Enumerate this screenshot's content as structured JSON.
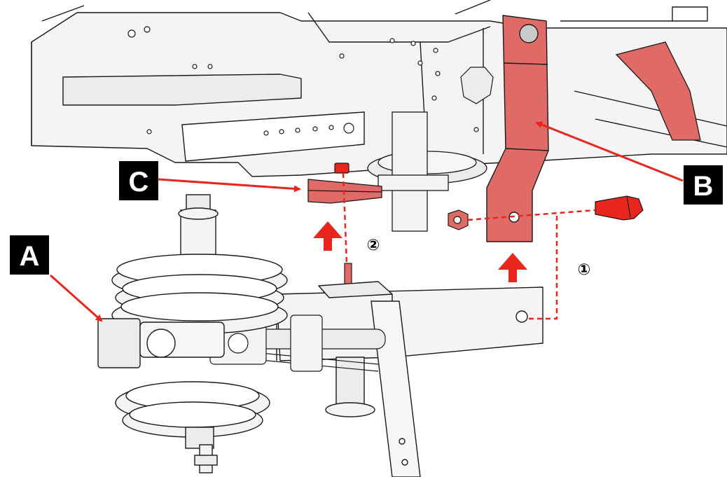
{
  "diagram": {
    "callouts": [
      {
        "id": "A",
        "label": "A"
      },
      {
        "id": "B",
        "label": "B"
      },
      {
        "id": "C",
        "label": "C"
      }
    ],
    "steps": [
      {
        "id": "1",
        "label": "①"
      },
      {
        "id": "2",
        "label": "②"
      }
    ],
    "colors": {
      "highlight": "#e06a66",
      "arrow": "#e8261d",
      "line": "#1a1a1a",
      "fill": "#f4f4f4",
      "callout_bg": "#000000"
    }
  }
}
